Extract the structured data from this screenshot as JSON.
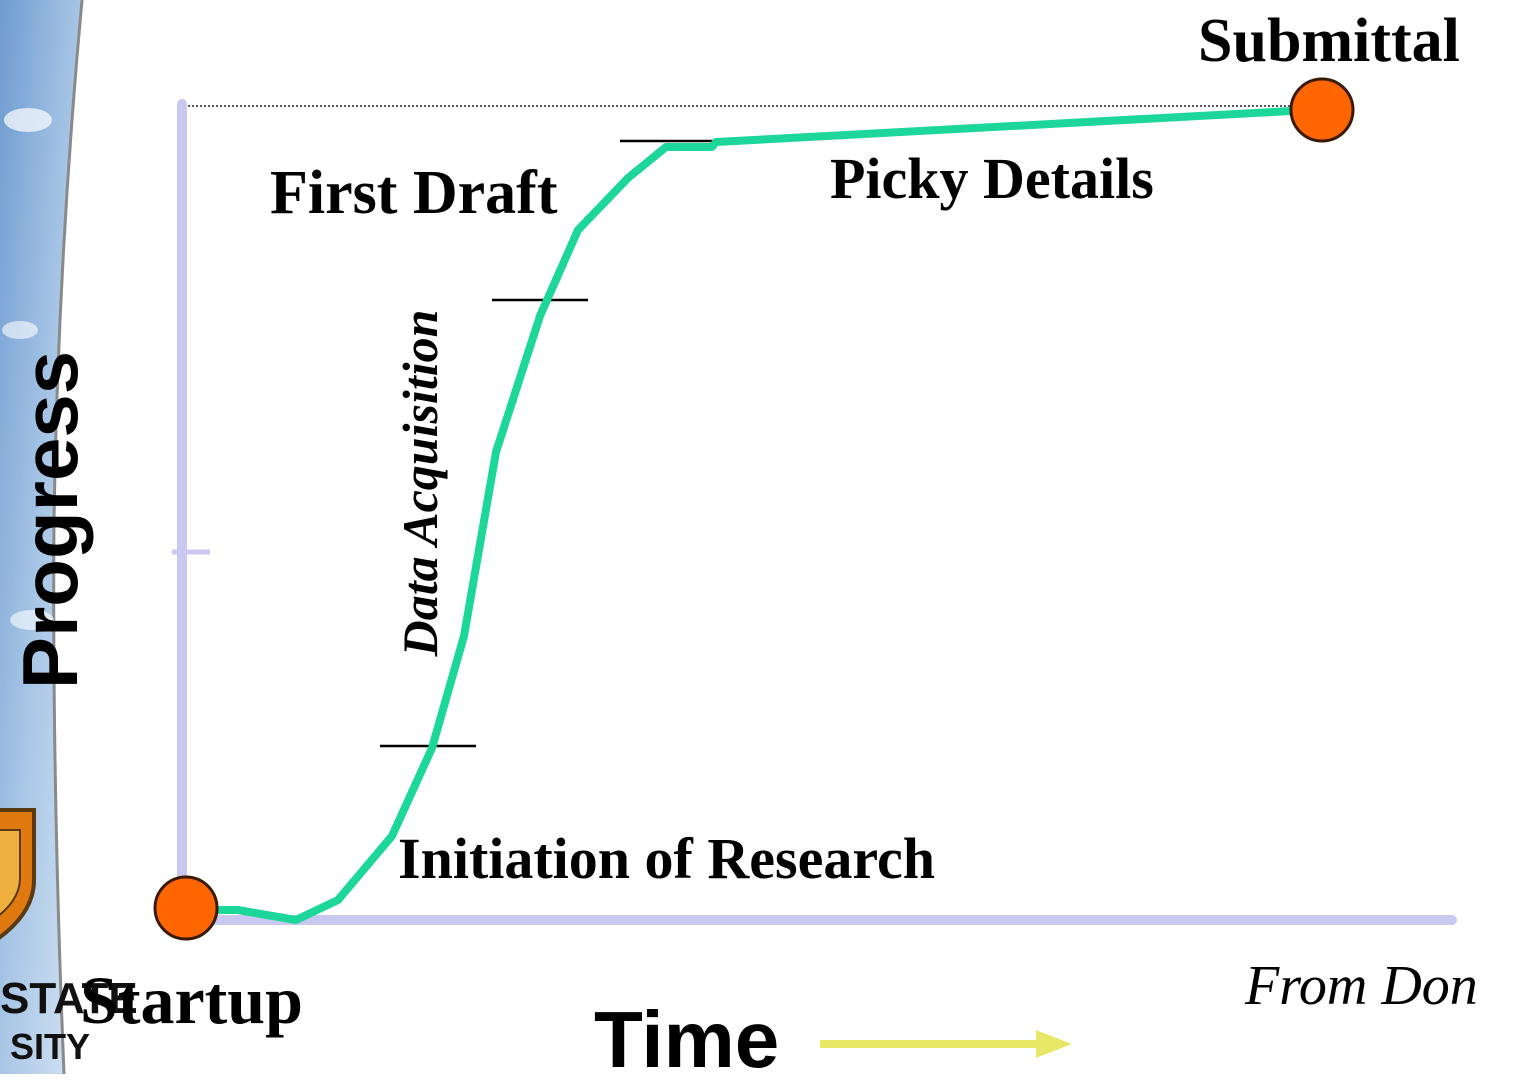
{
  "milestones": {
    "submittal": "Submittal",
    "first_draft": "First Draft",
    "picky_details": "Picky Details",
    "data_acquisition": "Data Acquisition",
    "initiation": "Initiation of Research",
    "startup": "Startup"
  },
  "axes": {
    "y_label": "Progress",
    "x_label": "Time"
  },
  "credit": "From Don",
  "logo": {
    "line1": "STATE",
    "line2": "SITY"
  },
  "colors": {
    "curve": "#1dd69a",
    "axis": "#c8c8f0",
    "endpoint": "#ff6600",
    "arrow": "#e8e868",
    "sky": "#7aa6d6"
  },
  "icons": {
    "endpoint_marker": "circle-marker-icon",
    "time_arrow": "arrow-right-icon"
  }
}
